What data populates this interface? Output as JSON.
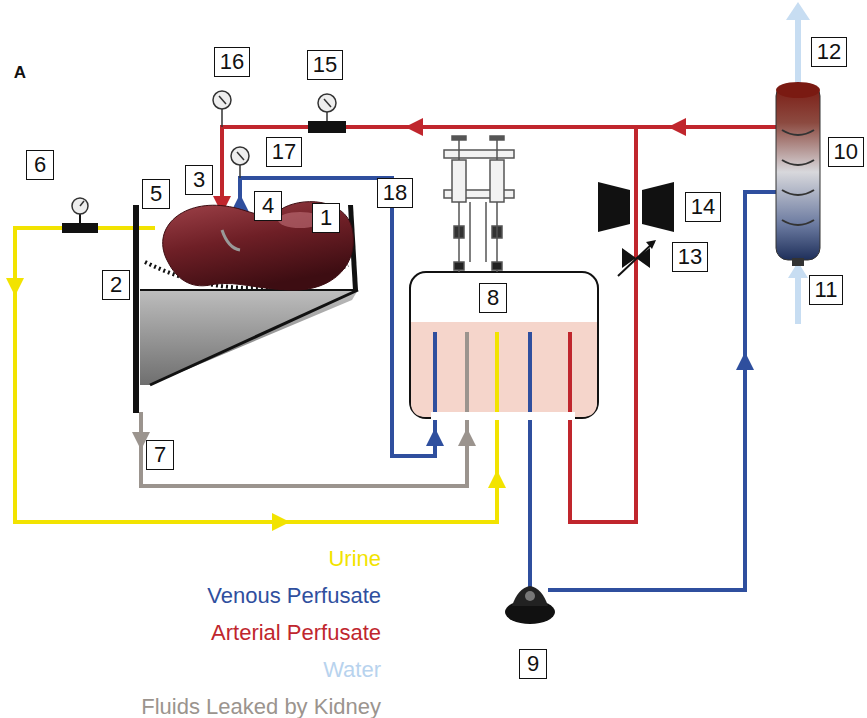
{
  "diagram": {
    "labels": [
      "A",
      "16",
      "15",
      "12",
      "6",
      "5",
      "17",
      "3",
      "10",
      "4",
      "1",
      "18",
      "14",
      "2",
      "8",
      "13",
      "11",
      "7",
      "9"
    ],
    "legend": [
      {
        "text": "Urine",
        "color": "#f2e300"
      },
      {
        "text": "Venous Perfusate",
        "color": "#2f4f9e"
      },
      {
        "text": "Arterial Perfusate",
        "color": "#c0262d"
      },
      {
        "text": "Water",
        "color": "#b8d3ee"
      },
      {
        "text": "Fluids Leaked by Kidney",
        "color": "#9b948e"
      }
    ]
  }
}
